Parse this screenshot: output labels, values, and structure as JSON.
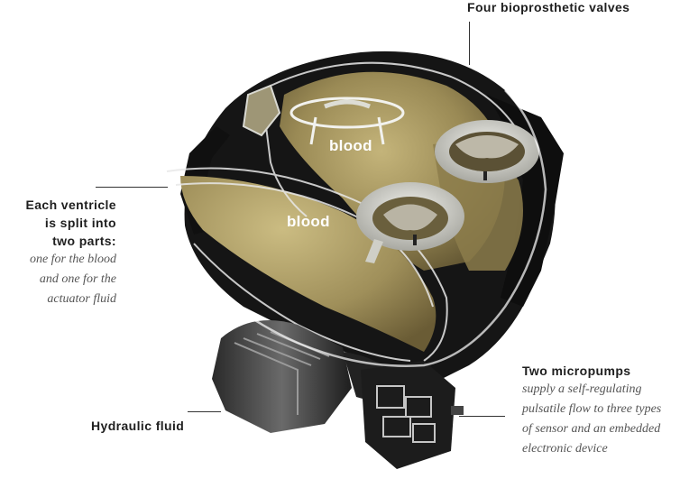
{
  "callouts": {
    "valves": {
      "title": "Four bioprosthetic valves"
    },
    "ventricle": {
      "title_lines": [
        "Each ventricle",
        "is split into",
        "two parts:"
      ],
      "desc_lines": [
        "one for the blood",
        "and one for the",
        "actuator fluid"
      ]
    },
    "hydraulic": {
      "title": "Hydraulic fluid"
    },
    "micropumps": {
      "title": "Two micropumps",
      "desc_lines": [
        "supply a self-regulating",
        "pulsatile flow to three types",
        "of sensor and an embedded",
        "electronic device"
      ]
    }
  },
  "chamber_labels": {
    "upper": "blood",
    "lower": "blood"
  },
  "colors": {
    "blood_chamber": "#8a7a4a",
    "blood_chamber_light": "#b8a970",
    "shell_dark": "#141414",
    "valve_ring": "#cfcfc7",
    "text": "#1f1f1f",
    "italic_text": "#555555"
  }
}
